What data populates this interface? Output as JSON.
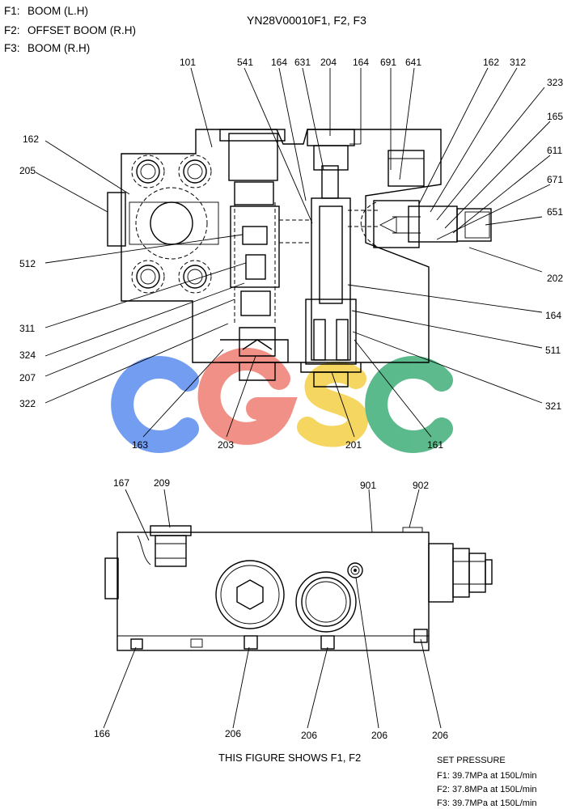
{
  "header": {
    "legend": [
      {
        "key": "F1:",
        "value": "BOOM (L.H)"
      },
      {
        "key": "F2:",
        "value": "OFFSET BOOM (R.H)"
      },
      {
        "key": "F3:",
        "value": "BOOM (R.H)"
      }
    ],
    "part_number": "YN28V00010F1, F2, F3"
  },
  "watermark": {
    "text": "CGSC",
    "colors": [
      "#5b8def",
      "#ef7d72",
      "#f3cf45",
      "#3fae78"
    ]
  },
  "top_view_labels": {
    "l101": "101",
    "l541": "541",
    "l164a": "164",
    "l631": "631",
    "l204": "204",
    "l164b": "164",
    "l691": "691",
    "l641": "641",
    "l162r": "162",
    "l312": "312",
    "l323": "323",
    "l165": "165",
    "l611": "611",
    "l671": "671",
    "l651": "651",
    "l202": "202",
    "l164c": "164",
    "l511": "511",
    "l321": "321",
    "l162l": "162",
    "l205": "205",
    "l512": "512",
    "l311": "311",
    "l324": "324",
    "l207": "207",
    "l322": "322",
    "l163": "163",
    "l203": "203",
    "l201": "201",
    "l161": "161"
  },
  "bottom_view_labels": {
    "l167": "167",
    "l209": "209",
    "l901": "901",
    "l902": "902",
    "l166": "166",
    "l206a": "206",
    "l206b": "206",
    "l206c": "206",
    "l206d": "206"
  },
  "caption": "THIS FIGURE SHOWS  F1, F2",
  "set_pressure": {
    "title": "SET PRESSURE",
    "rows": [
      "F1: 39.7MPa  at  150L/min",
      "F2: 37.8MPa  at  150L/min",
      "F3: 39.7MPa  at  150L/min"
    ]
  }
}
